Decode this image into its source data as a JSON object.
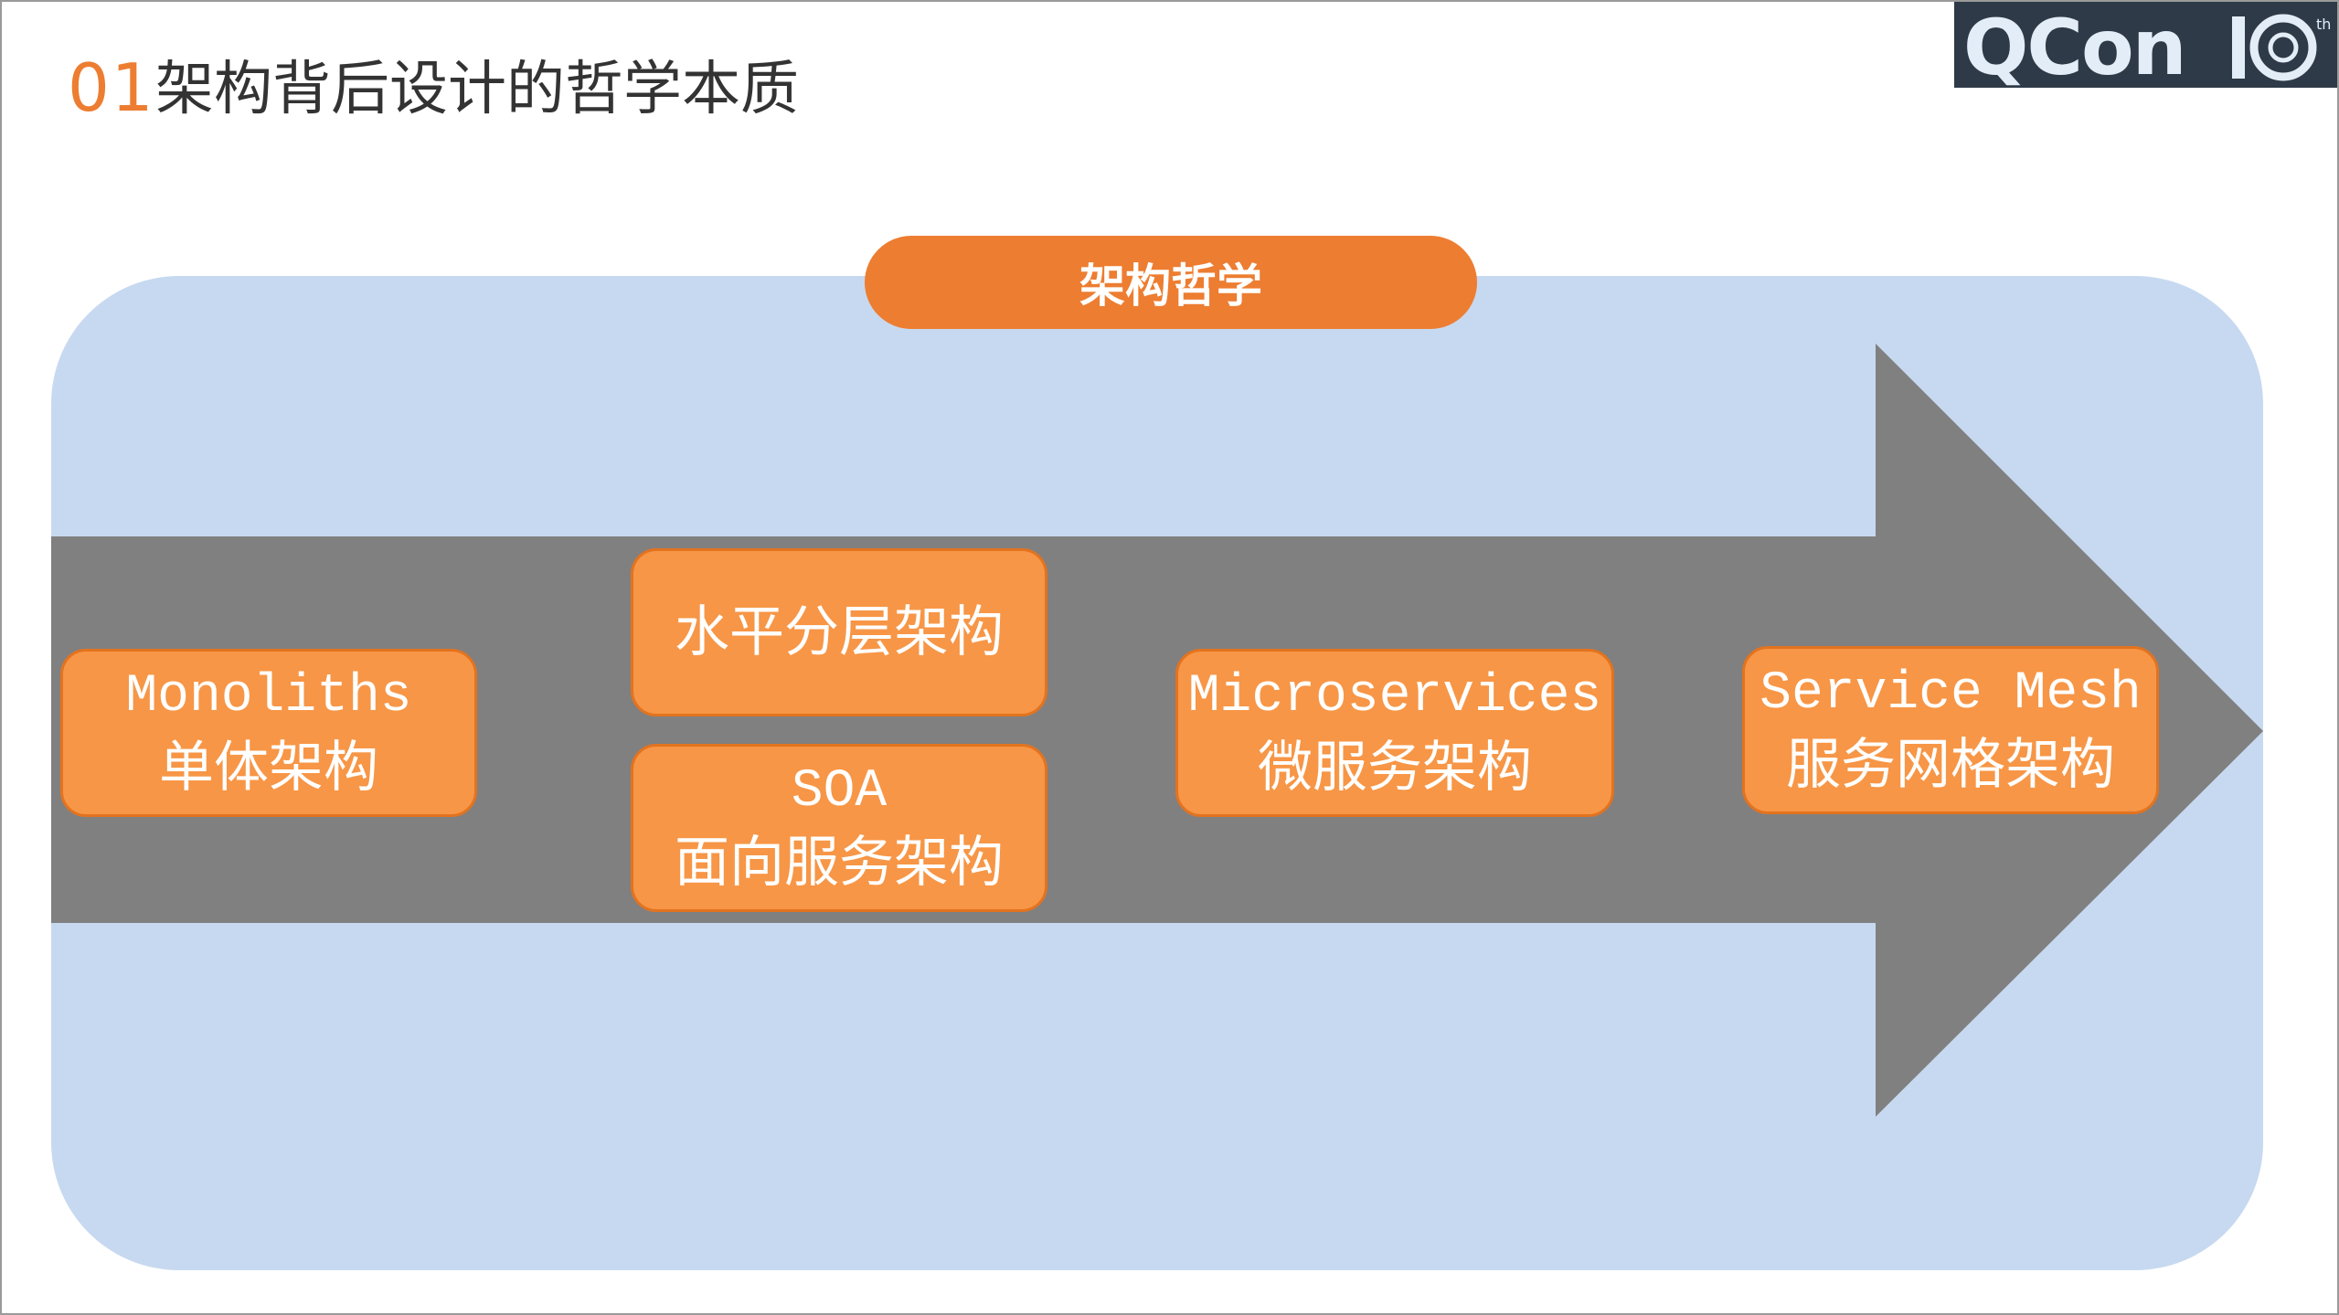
{
  "header": {
    "section_number": "01",
    "title": "架构背后设计的哲学本质"
  },
  "logo": {
    "text": "QCon",
    "number": "10",
    "suffix": "th"
  },
  "diagram": {
    "center_label": "架构哲学",
    "stages": [
      {
        "en": "Monoliths",
        "zh": "单体架构"
      },
      {
        "en": "",
        "zh": "水平分层架构"
      },
      {
        "en": "SOA",
        "zh": "面向服务架构"
      },
      {
        "en": "Microservices",
        "zh": "微服务架构"
      },
      {
        "en": "Service Mesh",
        "zh": "服务网格架构"
      }
    ]
  },
  "colors": {
    "accent_orange": "#ed7d31",
    "box_orange": "#f79646",
    "panel_blue": "#c7d9f0",
    "arrow_gray": "#808080",
    "logo_bg": "#2e3a47"
  }
}
